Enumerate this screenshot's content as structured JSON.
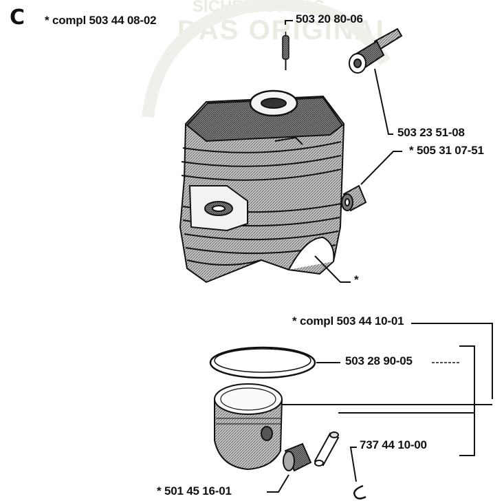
{
  "section_letter": "C",
  "watermark": {
    "line1": "SICHER IST DAS",
    "line2": "DAS ORIGINAL"
  },
  "labels": {
    "cylinder_set": "* compl 503 44 08-02",
    "pin": "503 20 80-06",
    "decompression_valve": "503 23 51-08",
    "bushing": "* 505 31 07-51",
    "cylinder_star": "*",
    "piston_set": "* compl 503 44 10-01",
    "piston_ring": "503 28 90-05",
    "circlip": "737 44 10-00",
    "needle_bearing": "* 501 45 16-01"
  },
  "colors": {
    "ink": "#111111",
    "hatch": "#8a8a8a",
    "watermark": "#e8ece2"
  }
}
